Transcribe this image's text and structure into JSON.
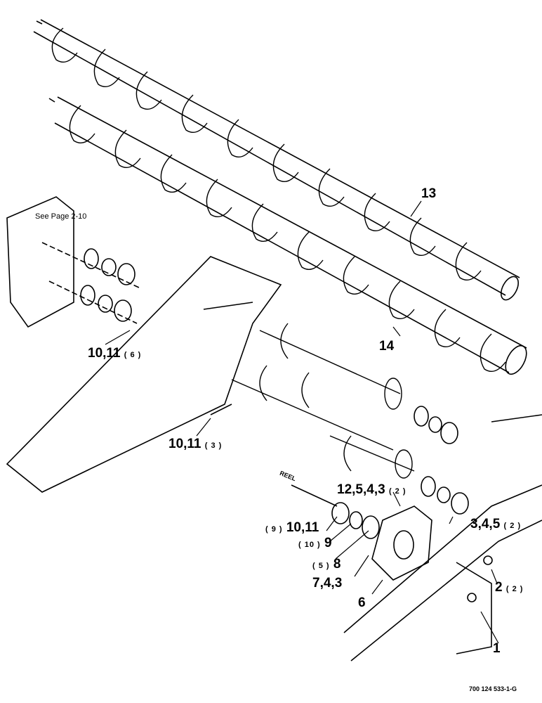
{
  "note": "See Page 2-10",
  "reel_label": "REEL",
  "figure_ref": "700 124 533-1-G",
  "callouts": {
    "c13": {
      "text": "13",
      "qty": ""
    },
    "c14": {
      "text": "14",
      "qty": ""
    },
    "c10_11_top": {
      "text": "10,11",
      "qty": "( 6 )"
    },
    "c10_11_mid": {
      "text": "10,11",
      "qty": "( 3 )"
    },
    "c12_5_4_3": {
      "text": "12,5,4,3",
      "qty": "( 2 )"
    },
    "c3_4_5": {
      "text": "3,4,5",
      "qty": "( 2 )"
    },
    "c10_11_low": {
      "text": "10,11",
      "qty_pre": "( 9 )"
    },
    "c9": {
      "text": "9",
      "qty_pre": "( 10 )"
    },
    "c8": {
      "text": "8",
      "qty_pre": "( 5 )"
    },
    "c7_4_3": {
      "text": "7,4,3",
      "qty": ""
    },
    "c6": {
      "text": "6",
      "qty": ""
    },
    "c2": {
      "text": "2",
      "qty": "( 2 )"
    },
    "c1": {
      "text": "1",
      "qty": ""
    }
  },
  "colors": {
    "ink": "#000000",
    "paper": "#ffffff"
  }
}
